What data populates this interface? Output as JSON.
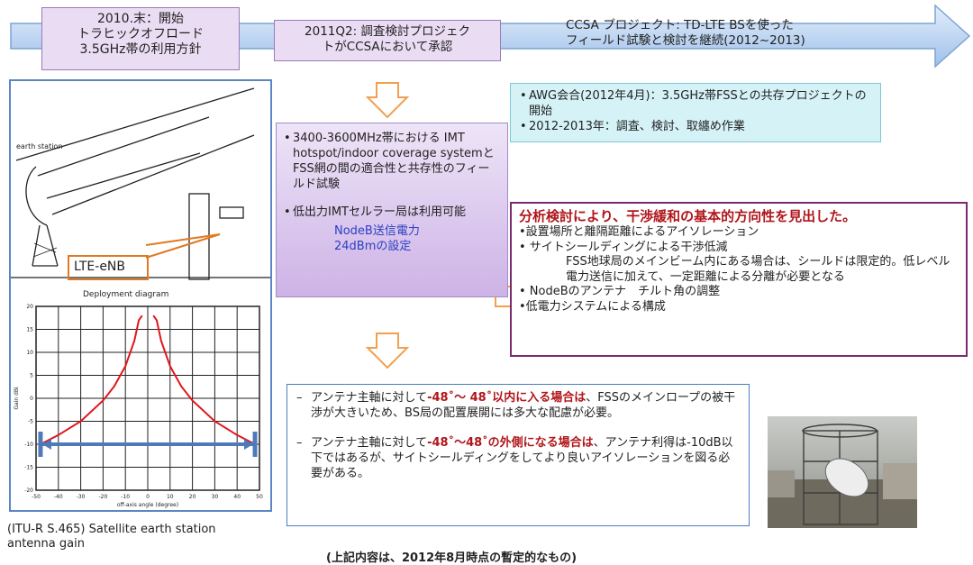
{
  "timeline": {
    "stages": [
      {
        "text": "2010.末：開始\nトラヒックオフロード\n3.5GHz帯の利用方針"
      },
      {
        "text": "2011Q2: 調査検討プロジェク\nトがCCSAにおいて承認"
      },
      {
        "text": "CCSA プロジェクト: TD-LTE BSを使った\nフィールド試験と検討を継続(2012~2013)"
      }
    ]
  },
  "figure": {
    "earth_station_label": "earth station",
    "lte_label": "LTE-eNB",
    "deployment_title": "Deployment diagram",
    "caption": "(ITU-R S.465) Satellite earth station antenna gain"
  },
  "chart_data": {
    "type": "line",
    "title": "",
    "xlabel": "off-axis angle (degree)",
    "ylabel": "Gain dBi",
    "xlim": [
      -50,
      50
    ],
    "ylim": [
      -20,
      20
    ],
    "x_ticks": [
      -50,
      -40,
      -30,
      -20,
      -10,
      0,
      10,
      20,
      30,
      40,
      50
    ],
    "y_ticks": [
      -20,
      -15,
      -10,
      -5,
      0,
      5,
      10,
      15,
      20
    ],
    "grid": true,
    "series": [
      {
        "color": "#e0161b",
        "x": [
          -48,
          -40,
          -30,
          -20,
          -15,
          -10,
          -6,
          -4,
          -2.5
        ],
        "y": [
          -10,
          -8,
          -5,
          -0.5,
          2.6,
          7,
          12.5,
          17,
          18
        ]
      },
      {
        "color": "#e0161b",
        "x": [
          2.5,
          4,
          6,
          10,
          15,
          20,
          30,
          40,
          48
        ],
        "y": [
          18,
          17,
          12.5,
          7,
          2.6,
          -0.5,
          -5,
          -8,
          -10
        ]
      }
    ],
    "annotations": [
      {
        "type": "double-arrow",
        "x_from": -48,
        "x_to": 48,
        "y": -10,
        "color": "#4f79b8"
      }
    ]
  },
  "study": {
    "bullets": [
      "3400-3600MHz帯における IMT hotspot/indoor coverage systemとFSS網の間の適合性と共存性のフィールド試験",
      "低出力IMTセルラー局は利用可能"
    ],
    "nodeb_line1": "NodeB送信電力",
    "nodeb_line2": "24dBmの設定"
  },
  "awg": {
    "bullets": [
      "AWG会合(2012年4月)：3.5GHz帯FSSとの共存プロジェクトの開始",
      "2012-2013年：調査、検討、取纏め作業"
    ]
  },
  "result": {
    "title": "分析検討により、干渉緩和の基本的方向性を見出した。",
    "line1": "•設置場所と離隔距離によるアイソレーション",
    "line2": "• サイトシールディングによる干渉低減",
    "line2_detail": "FSS地球局のメインビーム内にある場合は、シールドは限定的。低レベル電力送信に加えて、一定距離による分離が必要となる",
    "line3": "• NodeBのアンテナ　チルト角の調整",
    "line4": "•低電力システムによる構成"
  },
  "notes": {
    "item1_prefix": "アンテナ主軸に対して",
    "item1_bold": "-48˚～ 48˚以内に入る場合は",
    "item1_suffix": "、FSSのメインロープの被干渉が大きいため、BS局の配置展開には多大な配慮が必要。",
    "item2_prefix": "アンテナ主軸に対して",
    "item2_bold": "-48˚～48˚の外側になる場合は",
    "item2_suffix": "、アンテナ利得は-10dB以下ではあるが、サイトシールディングをしてより良いアイソレーションを図る必要がある。"
  },
  "footer": "(上記内容は、2012年8月時点の暫定的なもの)",
  "colors": {
    "accent_blue": "#5b86c4",
    "purple": "#7a2a6e",
    "red": "#b0161b",
    "arrow_orange": "#f0a050"
  }
}
